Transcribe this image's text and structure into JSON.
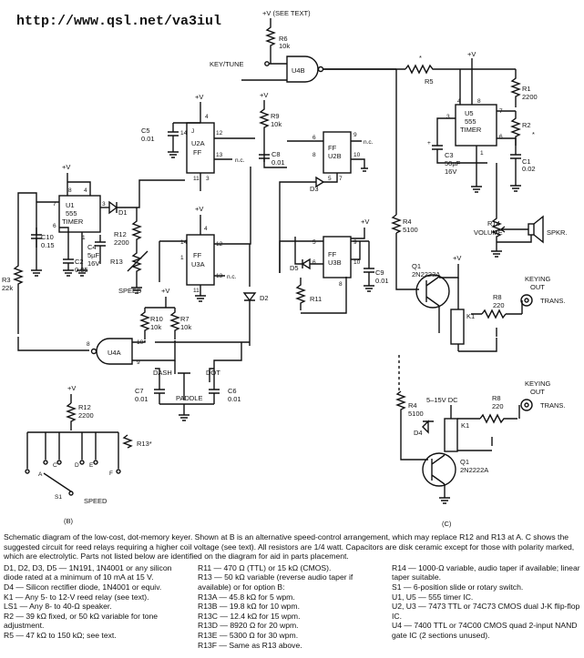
{
  "url": "http://www.qsl.net/va3iul",
  "labels": {
    "plus_v_see_text": "+V (SEE TEXT)",
    "r6": "R6",
    "r6_val": "10k",
    "key_tune": "KEY/TUNE",
    "u4b": "U4B",
    "r5": "R5",
    "r5_star": "*",
    "plus_v": "+V",
    "r1": "R1",
    "r1_val": "2200",
    "u5": "U5",
    "u5_a": "555",
    "u5_b": "TIMER",
    "r2": "R2",
    "r2_star": "*",
    "c1": "C1",
    "c1_val": "0.02",
    "c3": "C3",
    "c3_val": "50µF",
    "c3_v": "16V",
    "c5": "C5",
    "c5_val": "0.01",
    "u2a": "U2A",
    "ff": "FF",
    "r9": "R9",
    "r9_val": "10k",
    "c8": "C8",
    "c8_val": "0.01",
    "u2b": "U2B",
    "nc": "n.c.",
    "d3": "D3",
    "u1": "U1",
    "u1_a": "555",
    "u1_b": "TIMER",
    "d1": "D1",
    "c10": "C10",
    "c10_val": "0.15",
    "c2": "C2",
    "c2_val": "0.05",
    "c4": "C4",
    "c4_val": "5µF",
    "c4_v": "16V",
    "r12": "R12",
    "r12_val": "2200",
    "r13": "R13",
    "speed": "SPEED",
    "r3": "R3",
    "r3_val": "22k",
    "u3a": "U3A",
    "u3b": "U3B",
    "d5": "D5",
    "r11": "R11",
    "c9": "C9",
    "c9_val": "0.01",
    "d2": "D2",
    "r4": "R4",
    "r4_val": "5100",
    "r14": "R14",
    "volume": "VOLUME",
    "spkr": "SPKR.",
    "q1": "Q1",
    "q1_val": "2N2222A",
    "keying_out": "KEYING",
    "keying_out2": "OUT",
    "r8": "R8",
    "r8_val": "220",
    "trans": "TRANS.",
    "k1": "K1",
    "r10": "R10",
    "r10_val": "10k",
    "r7": "R7",
    "r7_val": "10k",
    "u4a": "U4A",
    "dash": "DASH",
    "dot": "DOT",
    "c7": "C7",
    "c7_val": "0.01",
    "c6": "C6",
    "c6_val": "0.01",
    "paddle": "PADDLE",
    "b_r12": "R12",
    "b_r12_val": "2200",
    "b_r13": "R13*",
    "b_s1": "S1",
    "b_speed": "SPEED",
    "b_label": "(B)",
    "c_v": "5–15V DC",
    "c_d4": "D4",
    "c_q1_val": "2N2222A",
    "c_label": "(C)"
  },
  "caption": {
    "intro": "Schematic diagram of the low-cost, dot-memory keyer. Shown at B is an alternative speed-control arrangement, which may replace R12 and R13 at A. C shows the suggested circuit for reed relays requiring a higher coil voltage (see text). All resistors are 1/4 watt. Capacitors are disk ceramic except for those with polarity marked, which are electrolytic. Parts not listed below are identified on the diagram for aid in parts placement.",
    "col1": [
      "D1, D2, D3, D5 — 1N191, 1N4001 or any silicon diode rated at a minimum of 10 mA at 15 V.",
      "D4 — Silicon rectifier diode, 1N4001 or equiv.",
      "K1 — Any 5- to 12-V reed relay (see text).",
      "LS1 — Any 8- to 40-Ω speaker.",
      "R2 — 39 kΩ fixed, or 50 kΩ variable for tone adjustment.",
      "R5 — 47 kΩ to 150 kΩ; see text."
    ],
    "col2": [
      "R11 — 470 Ω (TTL) or 15 kΩ (CMOS).",
      "R13 — 50 kΩ variable (reverse audio taper if available) or for option B:",
      "R13A — 45.8 kΩ for 5 wpm.",
      "R13B — 19.8 kΩ for 10 wpm.",
      "R13C — 12.4 kΩ for 15 wpm.",
      "R13D — 8920 Ω for 20 wpm.",
      "R13E — 5300 Ω for 30 wpm.",
      "R13F — Same as R13 above."
    ],
    "col3": [
      "R14 — 1000-Ω variable, audio taper if available; linear taper suitable.",
      "S1 — 6-position slide or rotary switch.",
      "U1, U5 — 555 timer IC.",
      "U2, U3 — 7473 TTL or 74C73 CMOS dual J-K flip-flop IC.",
      "U4 — 7400 TTL or 74C00 CMOS quad 2-input NAND gate IC (2 sections unused)."
    ]
  }
}
